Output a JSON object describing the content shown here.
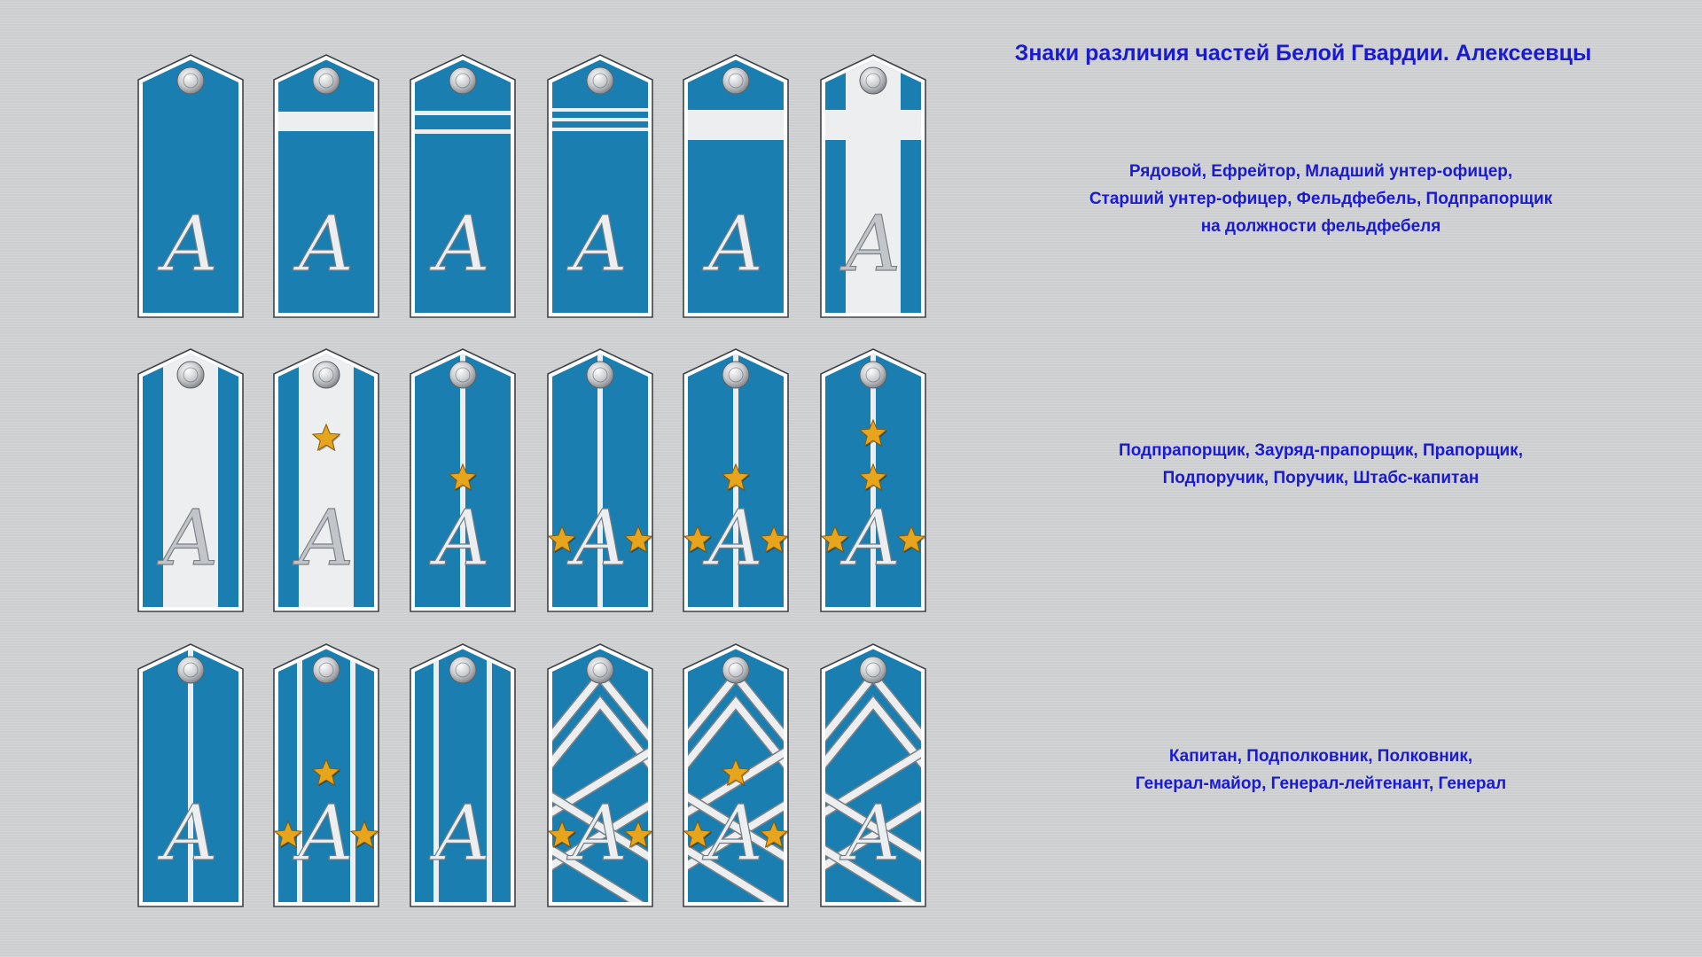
{
  "title": "Знаки различия частей Белой Гвардии. Алексеевцы",
  "monogram": "А",
  "captions": [
    {
      "lines": [
        "Рядовой, Ефрейтор, Младший унтер-офицер,",
        "Старший унтер-офицер, Фельдфебель, Подпрапорщик",
        "на должности фельдфебеля"
      ]
    },
    {
      "lines": [
        "Подпрапорщик, Зауряд-прапорщик, Прапорщик,",
        "Подпоручик, Поручик, Штабс-капитан"
      ]
    },
    {
      "lines": [
        "Капитан, Подполковник, Полковник,",
        "Генерал-майор, Генерал-лейтенант, Генерал"
      ]
    }
  ],
  "colors": {
    "field": "#1a7fb0",
    "silver_galloon": "#eceeef",
    "star_gold": "#e6a51c",
    "text_blue": "#1a1ad0",
    "background": "#cfd0d2"
  },
  "icons": [
    "button-icon",
    "star-icon",
    "monogram-icon"
  ],
  "rows": [
    {
      "straps": [
        {
          "rank": "Рядовой",
          "design": "plain",
          "stripes": "none",
          "stars": 0
        },
        {
          "rank": "Ефрейтор",
          "design": "plain",
          "stripes": "one-broad",
          "stars": 0
        },
        {
          "rank": "Младший унтер-офицер",
          "design": "plain",
          "stripes": "two-narrow",
          "stars": 0
        },
        {
          "rank": "Старший унтер-офицер",
          "design": "plain",
          "stripes": "three-narrow",
          "stars": 0
        },
        {
          "rank": "Фельдфебель",
          "design": "plain",
          "stripes": "wide-galloon",
          "stars": 0
        },
        {
          "rank": "Подпрапорщик на должности фельдфебеля",
          "design": "wide-galloon-cross",
          "stripes": "",
          "stars": 0
        }
      ]
    },
    {
      "straps": [
        {
          "rank": "Подпрапорщик",
          "design": "wide-galloon",
          "stars": 0
        },
        {
          "rank": "Зауряд-прапорщик",
          "design": "wide-galloon",
          "stars": 1
        },
        {
          "rank": "Прапорщик",
          "design": "one-gap",
          "stars": 1
        },
        {
          "rank": "Подпоручик",
          "design": "one-gap",
          "stars": 2
        },
        {
          "rank": "Поручик",
          "design": "one-gap",
          "stars": 3
        },
        {
          "rank": "Штабс-капитан",
          "design": "one-gap",
          "stars": 4
        }
      ]
    },
    {
      "straps": [
        {
          "rank": "Капитан",
          "design": "one-gap",
          "stars": 0
        },
        {
          "rank": "Подполковник",
          "design": "two-gaps",
          "stars": 3
        },
        {
          "rank": "Полковник",
          "design": "two-gaps",
          "stars": 0
        },
        {
          "rank": "Генерал-майор",
          "design": "zigzag",
          "stars": 2
        },
        {
          "rank": "Генерал-лейтенант",
          "design": "zigzag",
          "stars": 3
        },
        {
          "rank": "Генерал",
          "design": "zigzag",
          "stars": 0
        }
      ]
    }
  ]
}
